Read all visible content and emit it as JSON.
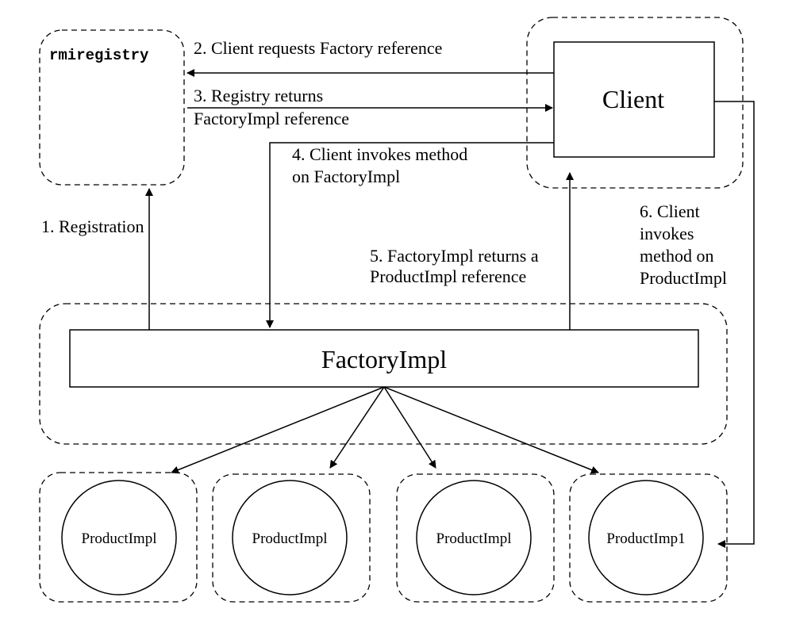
{
  "nodes": {
    "rmiregistry": "rmiregistry",
    "client": "Client",
    "factory": "FactoryImpl",
    "products": [
      "ProductImpl",
      "ProductImpl",
      "ProductImpl",
      "ProductImp1"
    ]
  },
  "edges": {
    "e1": "1. Registration",
    "e2": "2. Client requests Factory reference",
    "e3": [
      "3. Registry returns",
      "FactoryImpl reference"
    ],
    "e4": [
      "4. Client invokes method",
      "on FactoryImpl"
    ],
    "e5": [
      "5. FactoryImpl returns a",
      "ProductImpl reference"
    ],
    "e6": [
      "6. Client",
      "invokes",
      "method on",
      "ProductImpl"
    ]
  }
}
